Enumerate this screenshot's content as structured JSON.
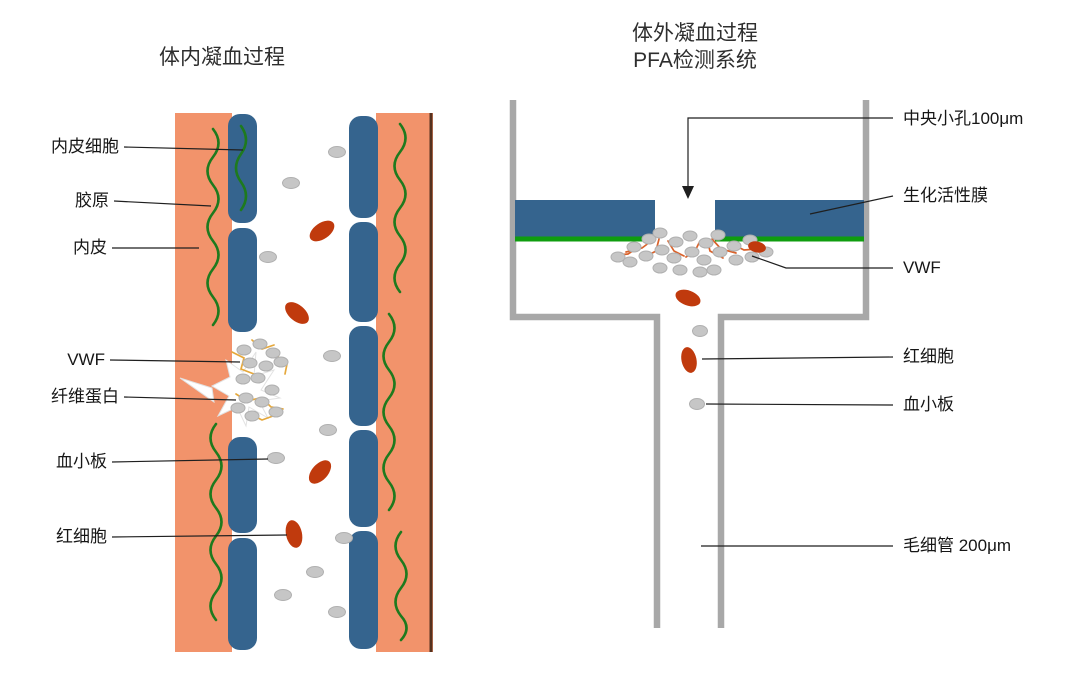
{
  "colors": {
    "vessel_wall": "#F2936B",
    "endothelium_cell": "#35648E",
    "collagen": "#1E7A1E",
    "membrane_green": "#0F9D0F",
    "platelet": "#C6C6C6",
    "rbc": "#C03A0D",
    "container": "#A8A8A8",
    "vwf_strand_yellow": "#E5A83C",
    "vwf_strand_red": "#D9622B"
  },
  "left_panel": {
    "title": "体内凝血过程",
    "labels": {
      "endothelial_cells": "内皮细胞",
      "collagen": "胶原",
      "endothelium": "内皮",
      "vwf": "VWF",
      "fibrin": "纤维蛋白",
      "platelet": "血小板",
      "red_blood_cell": "红细胞"
    }
  },
  "right_panel": {
    "title_line1": "体外凝血过程",
    "title_line2": "PFA检测系统",
    "labels": {
      "central_aperture": "中央小孔100μm",
      "active_membrane": "生化活性膜",
      "vwf": "VWF",
      "red_blood_cell": "红细胞",
      "platelet": "血小板",
      "capillary": "毛细管 200μm"
    }
  }
}
